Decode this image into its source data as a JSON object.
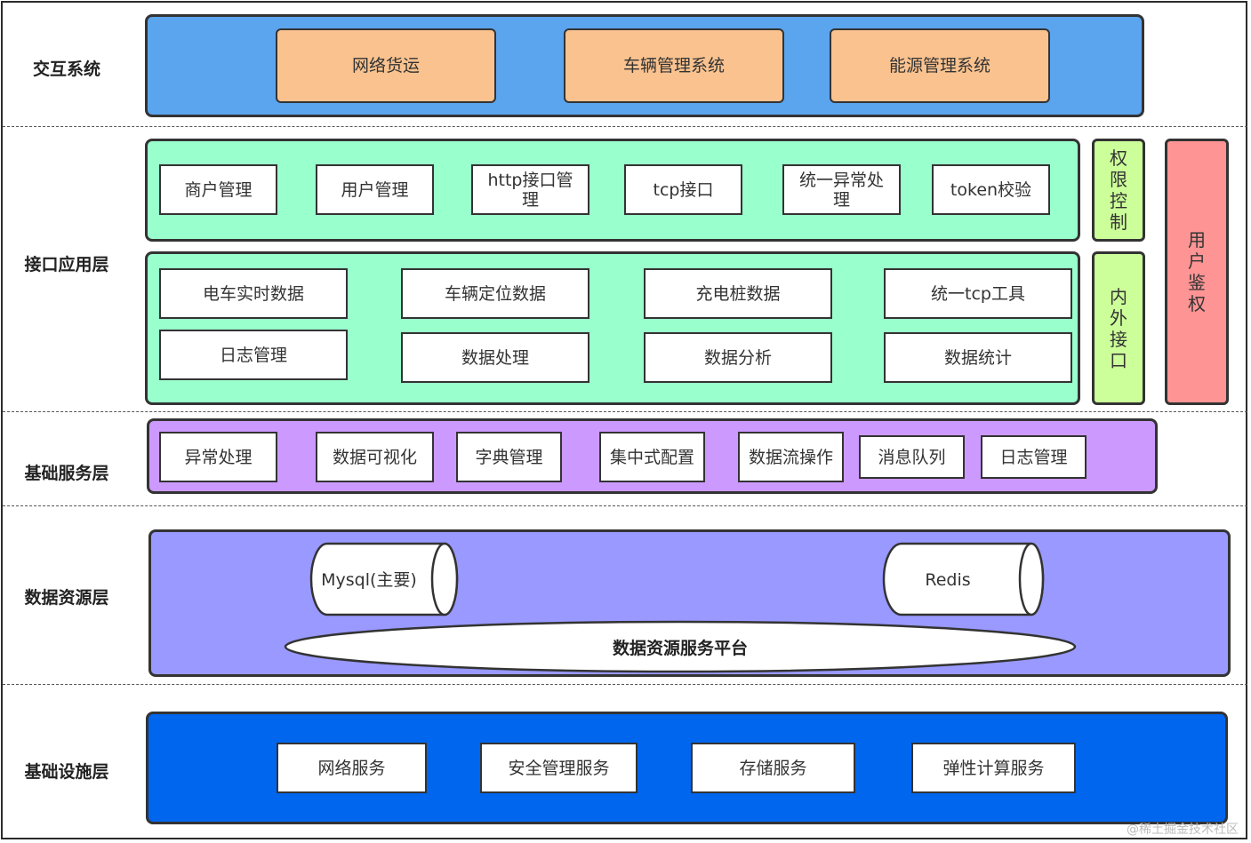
{
  "layers": {
    "interaction": "交互系统",
    "interface": "接口应用层",
    "base_service": "基础服务层",
    "data_resource": "数据资源层",
    "infrastructure": "基础设施层"
  },
  "interaction_items": [
    "网络货运",
    "车辆管理系统",
    "能源管理系统"
  ],
  "interface_top_items": [
    "商户管理",
    "用户管理",
    "http接口管理",
    "tcp接口",
    "统一异常处理",
    "token校验"
  ],
  "interface_row1_items": [
    "电车实时数据",
    "车辆定位数据",
    "充电桩数据",
    "统一tcp工具"
  ],
  "interface_row2_items": [
    "日志管理",
    "数据处理",
    "数据分析",
    "数据统计"
  ],
  "side_items": {
    "permission": "权限控制",
    "internal_external": "内外接口",
    "user_auth": "用户鉴权"
  },
  "base_service_items": [
    "异常处理",
    "数据可视化",
    "字典管理",
    "集中式配置",
    "数据流操作",
    "消息队列",
    "日志管理"
  ],
  "data_resource": {
    "mysql": "Mysql(主要)",
    "redis": "Redis",
    "platform": "数据资源服务平台"
  },
  "infrastructure_items": [
    "网络服务",
    "安全管理服务",
    "存储服务",
    "弹性计算服务"
  ],
  "watermark": "@稀土掘金技术社区",
  "colors": {
    "interaction_bg": "#5ba4ee",
    "interaction_item": "#f9c28f",
    "interface_bg": "#99ffcc",
    "permission_bg": "#ccff99",
    "user_auth_bg": "#ff9494",
    "base_service_bg": "#cc99ff",
    "data_resource_bg": "#9999ff",
    "infrastructure_bg": "#0066ee"
  }
}
